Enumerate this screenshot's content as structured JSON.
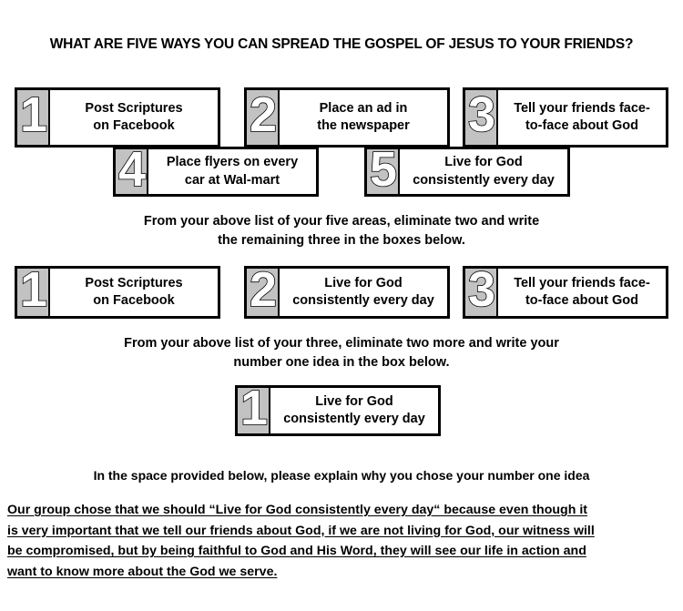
{
  "title": "WHAT ARE FIVE WAYS YOU CAN SPREAD THE GOSPEL OF JESUS TO YOUR FRIENDS?",
  "colors": {
    "badge_gray": "#c2c2c2",
    "border_black": "#000000",
    "box_white": "#ffffff",
    "text_black": "#000000"
  },
  "step1": {
    "boxes": [
      {
        "number": "1",
        "line1": "Post Scriptures",
        "line2": "on Facebook"
      },
      {
        "number": "2",
        "line1": "Place an ad in",
        "line2": "the newspaper"
      },
      {
        "number": "3",
        "line1": "Tell your friends face-",
        "line2": "to-face about God"
      },
      {
        "number": "4",
        "line1": "Place flyers on every",
        "line2": "car at Wal-mart"
      },
      {
        "number": "5",
        "line1": "Live for God",
        "line2": "consistently every day"
      }
    ]
  },
  "instruction1": {
    "line1": "From your above list of your five areas, eliminate two and write",
    "line2": "the remaining three in the boxes below."
  },
  "step2": {
    "boxes": [
      {
        "number": "1",
        "line1": "Post Scriptures",
        "line2": "on Facebook"
      },
      {
        "number": "2",
        "line1": "Live for God",
        "line2": "consistently every day"
      },
      {
        "number": "3",
        "line1": "Tell your friends face-",
        "line2": "to-face about God"
      }
    ]
  },
  "instruction2": {
    "line1": "From your above list of your three, eliminate two more and write your",
    "line2": "number one idea in the box below."
  },
  "step3": {
    "boxes": [
      {
        "number": "1",
        "line1": "Live for God",
        "line2": "consistently every day"
      }
    ]
  },
  "explain_prompt": "In the space provided below, please explain why you chose your number one idea",
  "response": {
    "line1": "Our group chose that we should “Live for God consistently every day“ because even though it",
    "line2": "is very important that we tell our friends about God, if we are not living for God, our witness will",
    "line3": "be compromised, but by being faithful to God and His Word, they will see our life in action and",
    "line4": "want to know more about the God we serve."
  }
}
